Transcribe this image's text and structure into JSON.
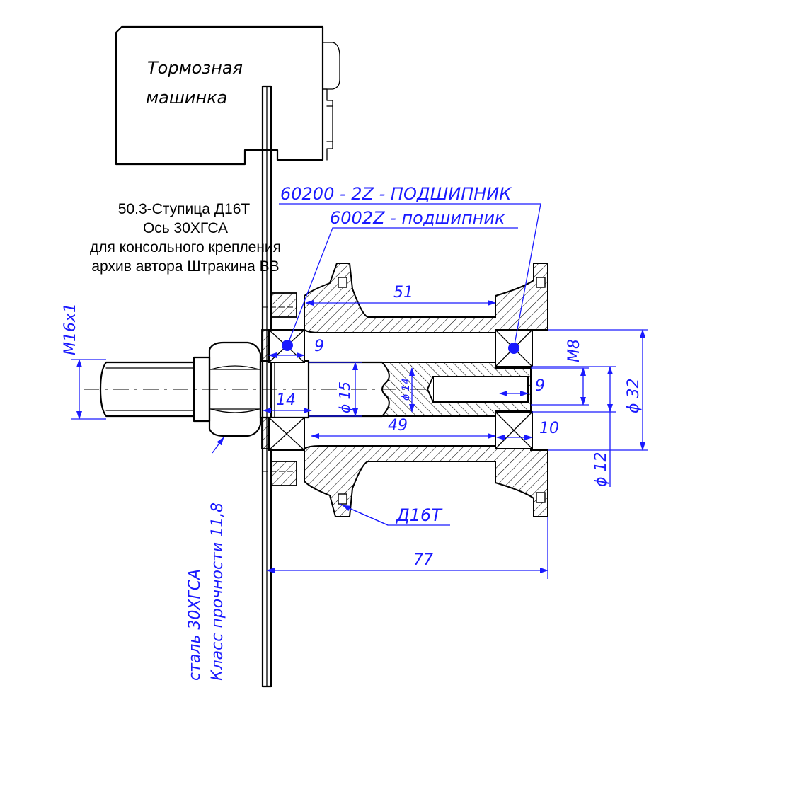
{
  "brake_box": {
    "line1": "Тормозная",
    "line2": "машинка"
  },
  "title_block": {
    "line1": "50.3-Ступица Д16Т",
    "line2": "Ось 30ХГСА",
    "line3": "для консольного крепления",
    "line4": "архив автора Штракина ВВ"
  },
  "bearings": {
    "bearing_a": "60200 - 2Z - ПОДШИПНИК",
    "bearing_b": "6002Z - подшипник"
  },
  "dimensions": {
    "thread": "M16x1",
    "d51": "51",
    "d9_top": "9",
    "d14": "14",
    "d15": "ϕ 15",
    "d14_inner": "ϕ 14",
    "d9_mid": "9",
    "d49": "49",
    "d10": "10",
    "m8": "M8",
    "d32": "ϕ 32",
    "d12": "ϕ 12",
    "d77": "77"
  },
  "materials": {
    "hub": "Д16Т",
    "axle_line1": "сталь 30ХГСА",
    "axle_line2": "Класс прочности 11,8"
  },
  "colors": {
    "dimension": "#1a1aff",
    "drawing": "#000000"
  }
}
